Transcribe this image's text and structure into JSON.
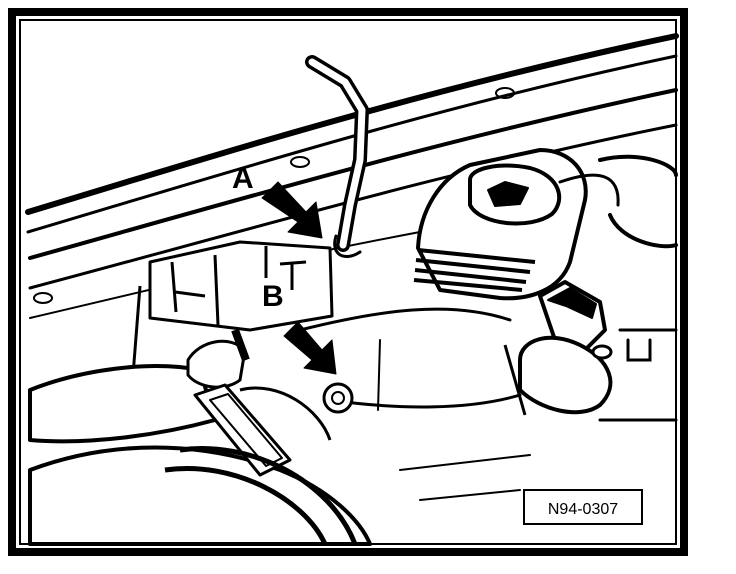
{
  "callouts": {
    "a": "A",
    "b": "B"
  },
  "reference_number": "N94-0307",
  "colors": {
    "ink": "#000000",
    "paper": "#ffffff"
  }
}
